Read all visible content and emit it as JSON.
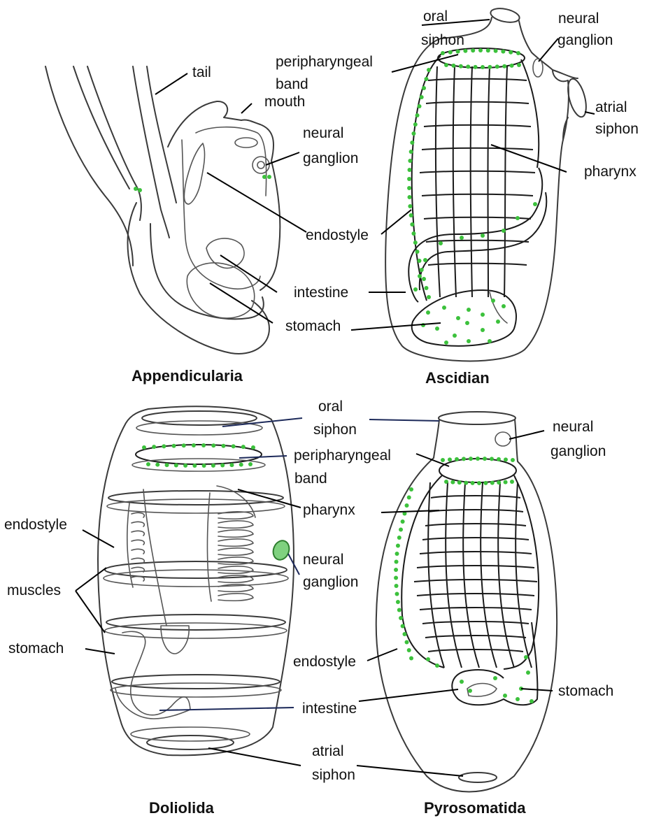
{
  "colors": {
    "dots": "#3cc13c",
    "leader_black": "#000000",
    "leader_navy": "#1d2a5a",
    "outline": "#3a3a3a"
  },
  "panels": {
    "appendicularia": {
      "title": "Appendicularia",
      "labels": {
        "tail": "tail",
        "mouth": "mouth",
        "neural_1": "neural",
        "neural_2": "ganglion",
        "endostyle": "endostyle",
        "intestine": "intestine",
        "stomach": "stomach"
      }
    },
    "ascidian": {
      "title": "Ascidian",
      "labels": {
        "oral_1": "oral",
        "oral_2": "siphon",
        "peri_1": "peripharyngeal",
        "peri_2": "band",
        "neural_1": "neural",
        "neural_2": "ganglion",
        "atrial_1": "atrial",
        "atrial_2": "siphon",
        "pharynx": "pharynx"
      }
    },
    "doliolida": {
      "title": "Doliolida",
      "labels": {
        "oral_1": "oral",
        "oral_2": "siphon",
        "peri_1": "peripharyngeal",
        "peri_2": "band",
        "pharynx": "pharynx",
        "endostyle": "endostyle",
        "muscles": "muscles",
        "stomach": "stomach",
        "neural_1": "neural",
        "neural_2": "ganglion",
        "intestine": "intestine",
        "atrial_1": "atrial",
        "atrial_2": "siphon"
      }
    },
    "pyrosomatida": {
      "title": "Pyrosomatida",
      "labels": {
        "neural_1": "neural",
        "neural_2": "ganglion",
        "endostyle": "endostyle",
        "stomach": "stomach"
      }
    }
  }
}
